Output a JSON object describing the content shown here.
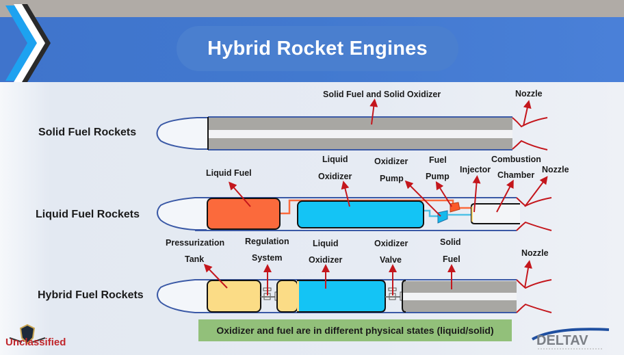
{
  "header": {
    "title": "Hybrid Rocket Engines"
  },
  "rows": [
    {
      "label": "Solid Fuel Rockets",
      "annotations": [
        {
          "text": "Solid Fuel and Solid Oxidizer"
        },
        {
          "text": "Nozzle"
        }
      ]
    },
    {
      "label": "Liquid Fuel Rockets",
      "annotations": [
        {
          "text": "Liquid Fuel"
        },
        {
          "line1": "Liquid",
          "line2": "Oxidizer"
        },
        {
          "line1": "Oxidizer",
          "line2": "Pump"
        },
        {
          "line1": "Fuel",
          "line2": "Pump"
        },
        {
          "text": "Injector"
        },
        {
          "line1": "Combustion",
          "line2": "Chamber"
        },
        {
          "text": "Nozzle"
        }
      ]
    },
    {
      "label": "Hybrid Fuel Rockets",
      "annotations": [
        {
          "line1": "Pressurization",
          "line2": "Tank"
        },
        {
          "line1": "Regulation",
          "line2": "System"
        },
        {
          "line1": "Liquid",
          "line2": "Oxidizer"
        },
        {
          "line1": "Oxidizer",
          "line2": "Valve"
        },
        {
          "line1": "Solid",
          "line2": "Fuel"
        },
        {
          "text": "Nozzle"
        }
      ]
    }
  ],
  "note": "Oxidizer and fuel are in different physical states (liquid/solid)",
  "logos": {
    "left": {
      "text": "Unclassified"
    },
    "right": {
      "text": "DELTAV"
    }
  },
  "colors": {
    "banner": "#4279cf",
    "liquid_fuel": "#fb6a3c",
    "liquid_oxidizer": "#14c4f5",
    "pressurization_tank": "#fbdc86",
    "solid_fuel": "#a8a7a3",
    "annotation_arrow": "#c4161c",
    "rocket_outline": "#3a59a6",
    "note_bg": "#92c07a"
  }
}
